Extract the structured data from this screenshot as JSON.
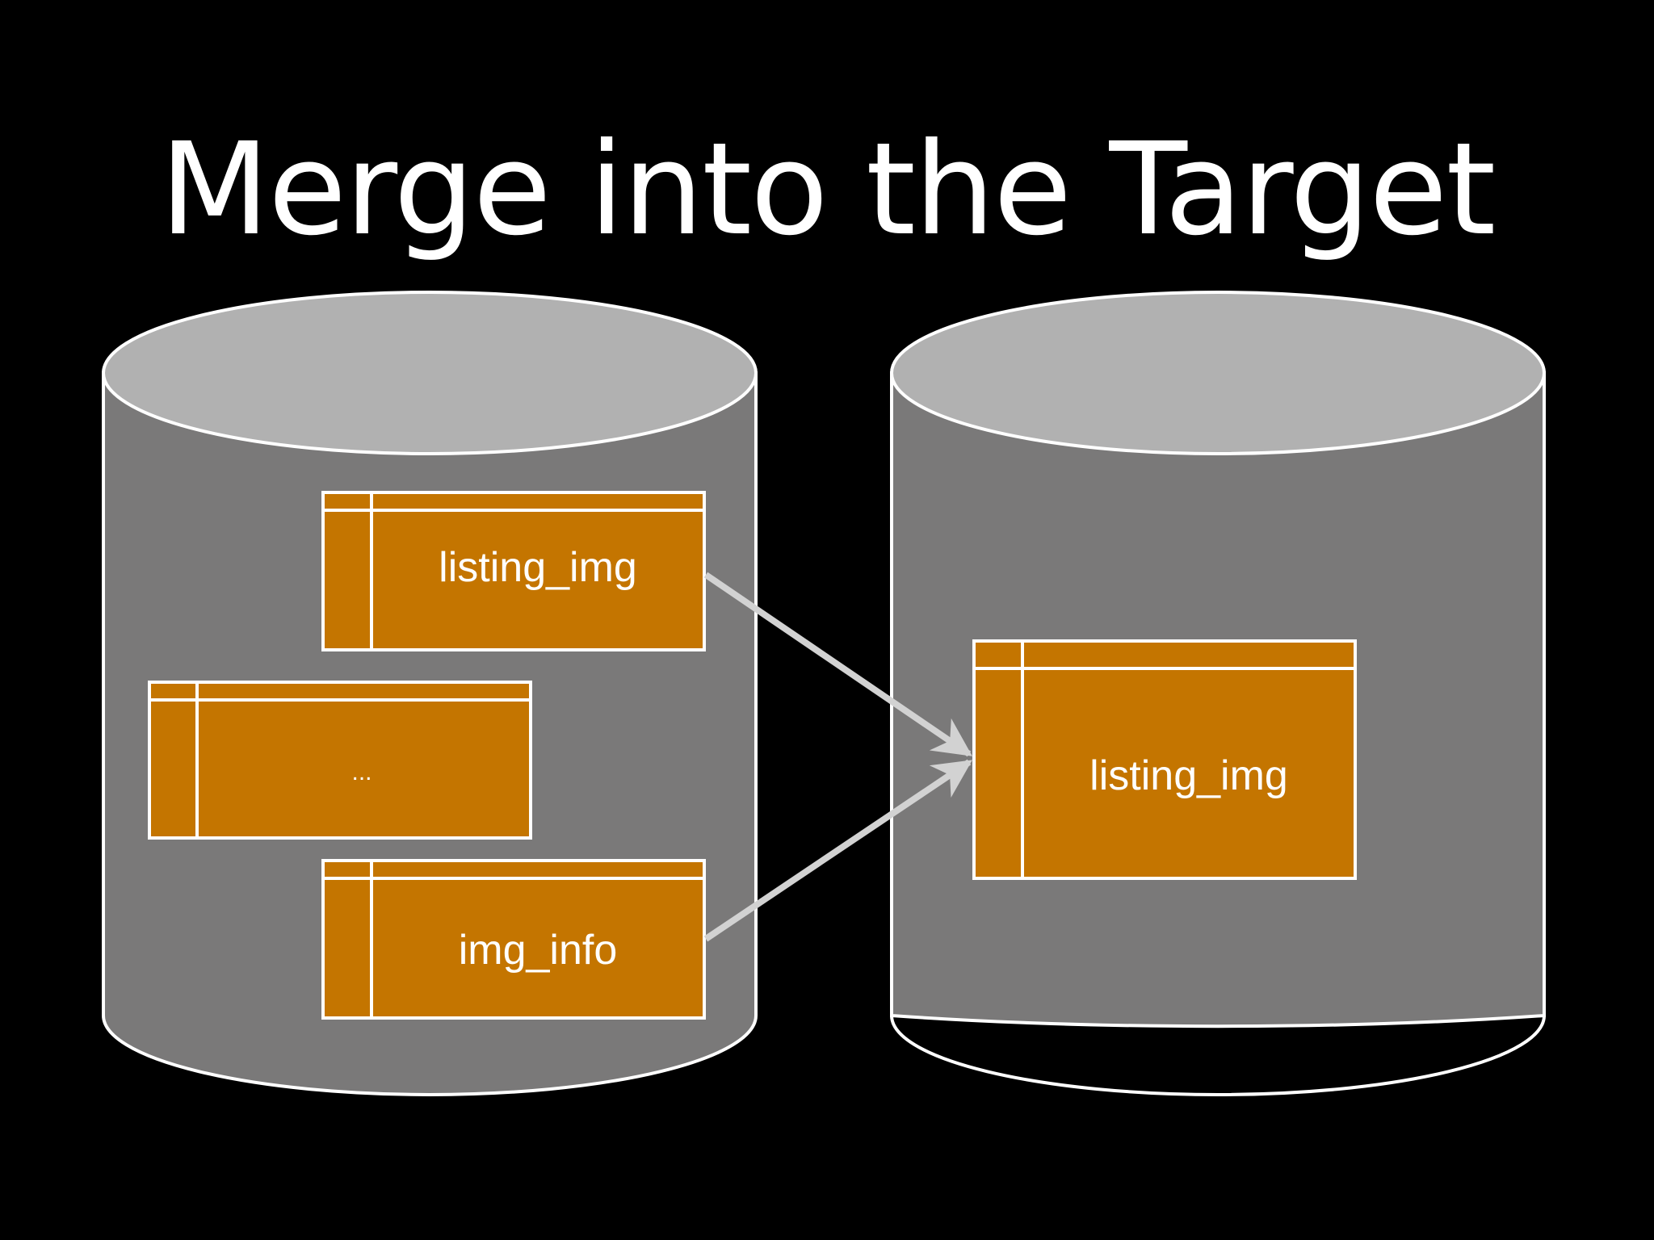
{
  "slide": {
    "title": "Merge into the Target"
  },
  "source_db": {
    "tables": [
      {
        "label": "listing_img"
      },
      {
        "label": "..."
      },
      {
        "label": "img_info"
      }
    ]
  },
  "target_db": {
    "tables": [
      {
        "label": "listing_img"
      }
    ]
  },
  "colors": {
    "background": "#000000",
    "cylinder_body": "#7a7979",
    "cylinder_top": "#b1b1b1",
    "outline": "#ffffff",
    "table_fill": "#c47500",
    "arrow": "#d2d2d2"
  }
}
